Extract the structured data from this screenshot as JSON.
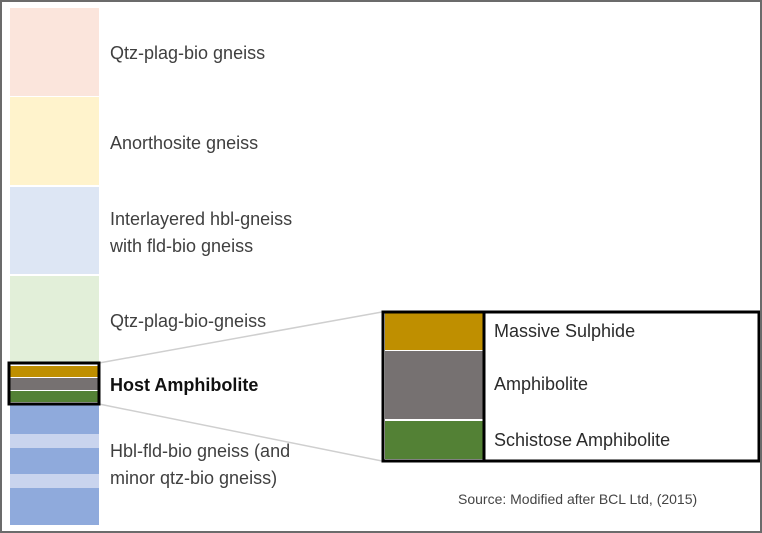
{
  "colors": {
    "qtz_plag_bio_gneiss": "#fbe5dc",
    "anorthosite_gneiss": "#fff3cc",
    "interlayered": "#dde6f4",
    "qtz_plag_bio_gneiss_2": "#e2efd9",
    "massive_sulphide": "#bf8f00",
    "amphibolite": "#767171",
    "schistose_amphibolite": "#538135",
    "hbl_fld_bio_gneiss": "#8faadc",
    "hbl_light_band": "#c9d4ee",
    "outline": "#000000",
    "connector": "#cfcfcf"
  },
  "column_labels": {
    "unit1": "Qtz-plag-bio gneiss",
    "unit2": "Anorthosite gneiss",
    "unit3_line1": "Interlayered hbl-gneiss",
    "unit3_line2": "with fld-bio gneiss",
    "unit4": "Qtz-plag-bio-gneiss",
    "host": "Host Amphibolite",
    "unit6_line1": "Hbl-fld-bio gneiss (and",
    "unit6_line2": "minor qtz-bio gneiss)"
  },
  "inset_labels": {
    "massive_sulphide": "Massive Sulphide",
    "amphibolite": "Amphibolite",
    "schistose_amphibolite": "Schistose Amphibolite"
  },
  "source": "Source: Modified after BCL Ltd, (2015)"
}
